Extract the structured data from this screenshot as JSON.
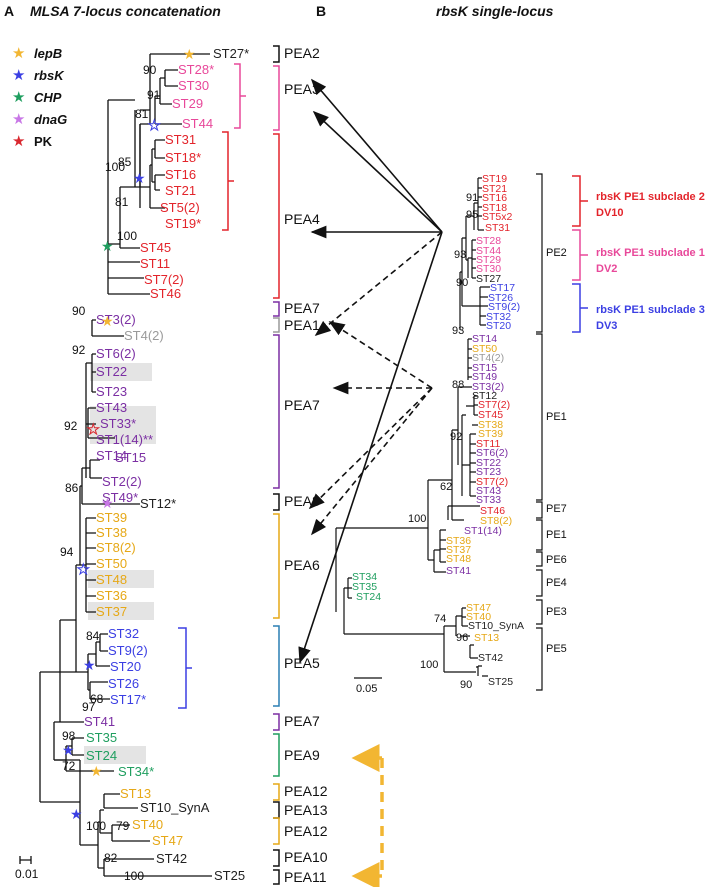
{
  "panels": {
    "a": {
      "letter": "A",
      "title": "MLSA 7-locus concatenation"
    },
    "b": {
      "letter": "B",
      "title": "rbsK single-locus"
    }
  },
  "legend": [
    {
      "label": "lepB",
      "color": "#f2b632"
    },
    {
      "label": "rbsK",
      "color": "#3b3fe3"
    },
    {
      "label": "CHP",
      "color": "#1f9e5f"
    },
    {
      "label": "dnaG",
      "color": "#c877e6"
    },
    {
      "label": "PK",
      "color": "#d9282f"
    }
  ],
  "colors": {
    "red": "#e3242b",
    "pink": "#e8489a",
    "purple": "#7b2fa3",
    "gold": "#e6a817",
    "blue": "#3b3fe3",
    "green": "#1f9e5f",
    "gray": "#9a9a9a",
    "teal": "#2a7fb4",
    "black": "#222222"
  },
  "treeA": {
    "taxa": [
      {
        "label": "ST27*",
        "color": "black"
      },
      {
        "label": "ST28*",
        "color": "pink"
      },
      {
        "label": "ST30",
        "color": "pink"
      },
      {
        "label": "ST29",
        "color": "pink"
      },
      {
        "label": "ST44",
        "color": "pink"
      },
      {
        "label": "ST31",
        "color": "red"
      },
      {
        "label": "ST18*",
        "color": "red"
      },
      {
        "label": "ST16",
        "color": "red"
      },
      {
        "label": "ST21",
        "color": "red"
      },
      {
        "label": "ST5(2)",
        "color": "red"
      },
      {
        "label": "ST19*",
        "color": "red"
      },
      {
        "label": "ST45",
        "color": "red"
      },
      {
        "label": "ST11",
        "color": "red"
      },
      {
        "label": "ST7(2)",
        "color": "red"
      },
      {
        "label": "ST46",
        "color": "red"
      },
      {
        "label": "ST3(2)",
        "color": "purple"
      },
      {
        "label": "ST4(2)",
        "color": "gray"
      },
      {
        "label": "ST6(2)",
        "color": "purple"
      },
      {
        "label": "ST22",
        "color": "purple"
      },
      {
        "label": "ST23",
        "color": "purple"
      },
      {
        "label": "ST43",
        "color": "purple"
      },
      {
        "label": "ST33*",
        "color": "purple"
      },
      {
        "label": "ST1(14)**",
        "color": "purple"
      },
      {
        "label": "ST14",
        "color": "purple"
      },
      {
        "label": "ST15",
        "color": "purple"
      },
      {
        "label": "ST2(2)",
        "color": "purple"
      },
      {
        "label": "ST49*",
        "color": "purple"
      },
      {
        "label": "ST12*",
        "color": "black"
      },
      {
        "label": "ST39",
        "color": "gold"
      },
      {
        "label": "ST38",
        "color": "gold"
      },
      {
        "label": "ST8(2)",
        "color": "gold"
      },
      {
        "label": "ST50",
        "color": "gold"
      },
      {
        "label": "ST48",
        "color": "gold"
      },
      {
        "label": "ST36",
        "color": "gold"
      },
      {
        "label": "ST37",
        "color": "gold"
      },
      {
        "label": "ST32",
        "color": "blue"
      },
      {
        "label": "ST9(2)",
        "color": "blue"
      },
      {
        "label": "ST20",
        "color": "blue"
      },
      {
        "label": "ST26",
        "color": "blue"
      },
      {
        "label": "ST17*",
        "color": "blue"
      },
      {
        "label": "ST41",
        "color": "purple"
      },
      {
        "label": "ST35",
        "color": "green"
      },
      {
        "label": "ST24",
        "color": "green"
      },
      {
        "label": "ST34*",
        "color": "green"
      },
      {
        "label": "ST13",
        "color": "gold"
      },
      {
        "label": "ST10_SynA",
        "color": "black"
      },
      {
        "label": "ST40",
        "color": "gold"
      },
      {
        "label": "ST47",
        "color": "gold"
      },
      {
        "label": "ST42",
        "color": "black"
      },
      {
        "label": "ST25",
        "color": "black"
      }
    ],
    "support": [
      "90",
      "91",
      "81",
      "100",
      "85",
      "81",
      "100",
      "90",
      "92",
      "92",
      "86",
      "94",
      "84",
      "97",
      "68",
      "98",
      "72",
      "100",
      "79",
      "82",
      "100"
    ],
    "scale": "0.01",
    "groups": [
      "PEA2",
      "PEA3",
      "PEA4",
      "PEA7",
      "PEA1",
      "PEA7",
      "PEA8",
      "PEA6",
      "PEA5",
      "PEA7",
      "PEA9",
      "PEA12",
      "PEA13",
      "PEA12",
      "PEA10",
      "PEA11"
    ]
  },
  "treeB": {
    "taxa": [
      {
        "label": "ST19",
        "color": "red"
      },
      {
        "label": "ST21",
        "color": "red"
      },
      {
        "label": "ST16",
        "color": "red"
      },
      {
        "label": "ST18",
        "color": "red"
      },
      {
        "label": "ST5x2",
        "color": "red"
      },
      {
        "label": "ST31",
        "color": "red"
      },
      {
        "label": "ST28",
        "color": "pink"
      },
      {
        "label": "ST44",
        "color": "pink"
      },
      {
        "label": "ST29",
        "color": "pink"
      },
      {
        "label": "ST30",
        "color": "pink"
      },
      {
        "label": "ST27",
        "color": "black"
      },
      {
        "label": "ST17",
        "color": "blue"
      },
      {
        "label": "ST26",
        "color": "blue"
      },
      {
        "label": "ST9(2)",
        "color": "blue"
      },
      {
        "label": "ST32",
        "color": "blue"
      },
      {
        "label": "ST20",
        "color": "blue"
      },
      {
        "label": "ST14",
        "color": "purple"
      },
      {
        "label": "ST50",
        "color": "gold"
      },
      {
        "label": "ST4(2)",
        "color": "gray"
      },
      {
        "label": "ST15",
        "color": "purple"
      },
      {
        "label": "ST49",
        "color": "purple"
      },
      {
        "label": "ST3(2)",
        "color": "purple"
      },
      {
        "label": "ST12",
        "color": "black"
      },
      {
        "label": "ST7(2)",
        "color": "red"
      },
      {
        "label": "ST45",
        "color": "red"
      },
      {
        "label": "ST38",
        "color": "gold"
      },
      {
        "label": "ST39",
        "color": "gold"
      },
      {
        "label": "ST11",
        "color": "red"
      },
      {
        "label": "ST6(2)",
        "color": "purple"
      },
      {
        "label": "ST22",
        "color": "purple"
      },
      {
        "label": "ST23",
        "color": "purple"
      },
      {
        "label": "ST7(2)",
        "color": "red"
      },
      {
        "label": "ST43",
        "color": "purple"
      },
      {
        "label": "ST33",
        "color": "purple"
      },
      {
        "label": "ST46",
        "color": "red"
      },
      {
        "label": "ST8(2)",
        "color": "gold"
      },
      {
        "label": "ST1(14)",
        "color": "purple"
      },
      {
        "label": "ST36",
        "color": "gold"
      },
      {
        "label": "ST37",
        "color": "gold"
      },
      {
        "label": "ST48",
        "color": "gold"
      },
      {
        "label": "ST41",
        "color": "purple"
      },
      {
        "label": "ST34",
        "color": "green"
      },
      {
        "label": "ST35",
        "color": "green"
      },
      {
        "label": "ST24",
        "color": "green"
      },
      {
        "label": "ST47",
        "color": "gold"
      },
      {
        "label": "ST40",
        "color": "gold"
      },
      {
        "label": "ST10_SynA",
        "color": "black"
      },
      {
        "label": "ST13",
        "color": "gold"
      },
      {
        "label": "ST42",
        "color": "black"
      },
      {
        "label": "ST25",
        "color": "black"
      }
    ],
    "support": [
      "91",
      "95",
      "93",
      "90",
      "93",
      "88",
      "92",
      "62",
      "100",
      "74",
      "96",
      "100",
      "90"
    ],
    "scale": "0.05",
    "groups": [
      "PE2",
      "PE1",
      "PE7",
      "PE1",
      "PE6",
      "PE4",
      "PE3",
      "PE5"
    ],
    "subclades": [
      {
        "line1": "rbsK PE1 subclade 2",
        "line2": "DV10",
        "color": "#e3242b"
      },
      {
        "line1": "rbsK PE1 subclade 1",
        "line2": "DV2",
        "color": "#e8489a"
      },
      {
        "line1": "rbsK PE1 subclade 3",
        "line2": "DV3",
        "color": "#3b3fe3"
      }
    ]
  }
}
